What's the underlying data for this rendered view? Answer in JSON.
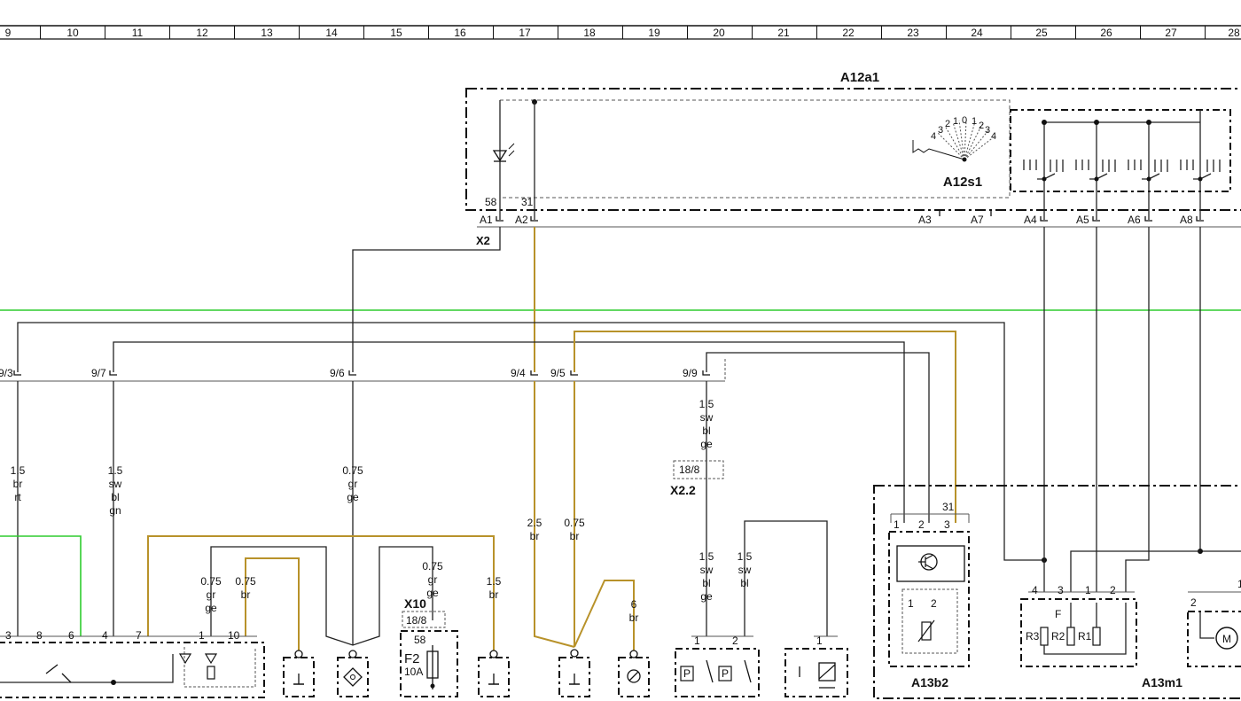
{
  "grid": {
    "numbers": [
      "9",
      "10",
      "11",
      "12",
      "13",
      "14",
      "15",
      "16",
      "17",
      "18",
      "19",
      "20",
      "21",
      "22",
      "23",
      "24",
      "25",
      "26",
      "27",
      "28"
    ]
  },
  "modules": {
    "a12a1": "A12a1",
    "a12s1": "A12s1",
    "a13b2": "A13b2",
    "a13m1": "A13m1",
    "x2": "X2",
    "x22": "X2.2",
    "x10": "X10",
    "f2": "F2",
    "f2_rating": "10A"
  },
  "dial": {
    "numbers": [
      "4",
      "3",
      "2",
      "1",
      "0",
      "1",
      "2",
      "3",
      "4"
    ]
  },
  "pins_a12a1": {
    "p58": "58",
    "p31": "31",
    "a1": "A1",
    "a2": "A2",
    "a3": "A3",
    "a7": "A7",
    "a4": "A4",
    "a5": "A5",
    "a6": "A6",
    "a8": "A8"
  },
  "connectors_9": {
    "c93": "9/3",
    "c97": "9/7",
    "c96": "9/6",
    "c94": "9/4",
    "c95": "9/5",
    "c99": "9/9"
  },
  "x22_pin": "18/8",
  "x10_pin": "18/8",
  "x10_sub": "58",
  "wire_labels": {
    "w1": [
      "1.5",
      "br",
      "rt"
    ],
    "w2": [
      "1.5",
      "sw",
      "bl",
      "gn"
    ],
    "w3": [
      "0.75",
      "gr",
      "ge"
    ],
    "w4": [
      "2.5",
      "br"
    ],
    "w5": [
      "0.75",
      "br"
    ],
    "w6": [
      "1.5",
      "sw",
      "bl",
      "ge"
    ],
    "w7": [
      "1.5",
      "sw",
      "bl",
      "ge"
    ],
    "w8": [
      "1.5",
      "sw",
      "bl"
    ],
    "w9": [
      "0.75",
      "gr",
      "ge"
    ],
    "w10": [
      "0.75",
      "br"
    ],
    "w11": [
      "0.75",
      "gr",
      "ge"
    ],
    "w12": [
      "1.5",
      "br"
    ],
    "w13": [
      "6",
      "br"
    ]
  },
  "bottom_pins": {
    "left": [
      "3",
      "8",
      "6",
      "4",
      "7",
      "1",
      "10"
    ],
    "sw": [
      "1",
      "2"
    ],
    "relay": [
      "1"
    ],
    "a13b2_top": [
      "1",
      "2",
      "3"
    ],
    "a13b2_inner": [
      "1",
      "2"
    ],
    "a13b2_31": "31",
    "a13m1_pins": [
      "4",
      "3",
      "1",
      "2"
    ],
    "a13m1_r": [
      "R3",
      "R2",
      "R1"
    ],
    "a13m1_f": "F",
    "motor_pins": [
      "2",
      "1"
    ],
    "motor": "M",
    "p_label": "P"
  },
  "colors": {
    "brown": "#b8922a",
    "green": "#2ecc2e",
    "black": "#222222"
  }
}
